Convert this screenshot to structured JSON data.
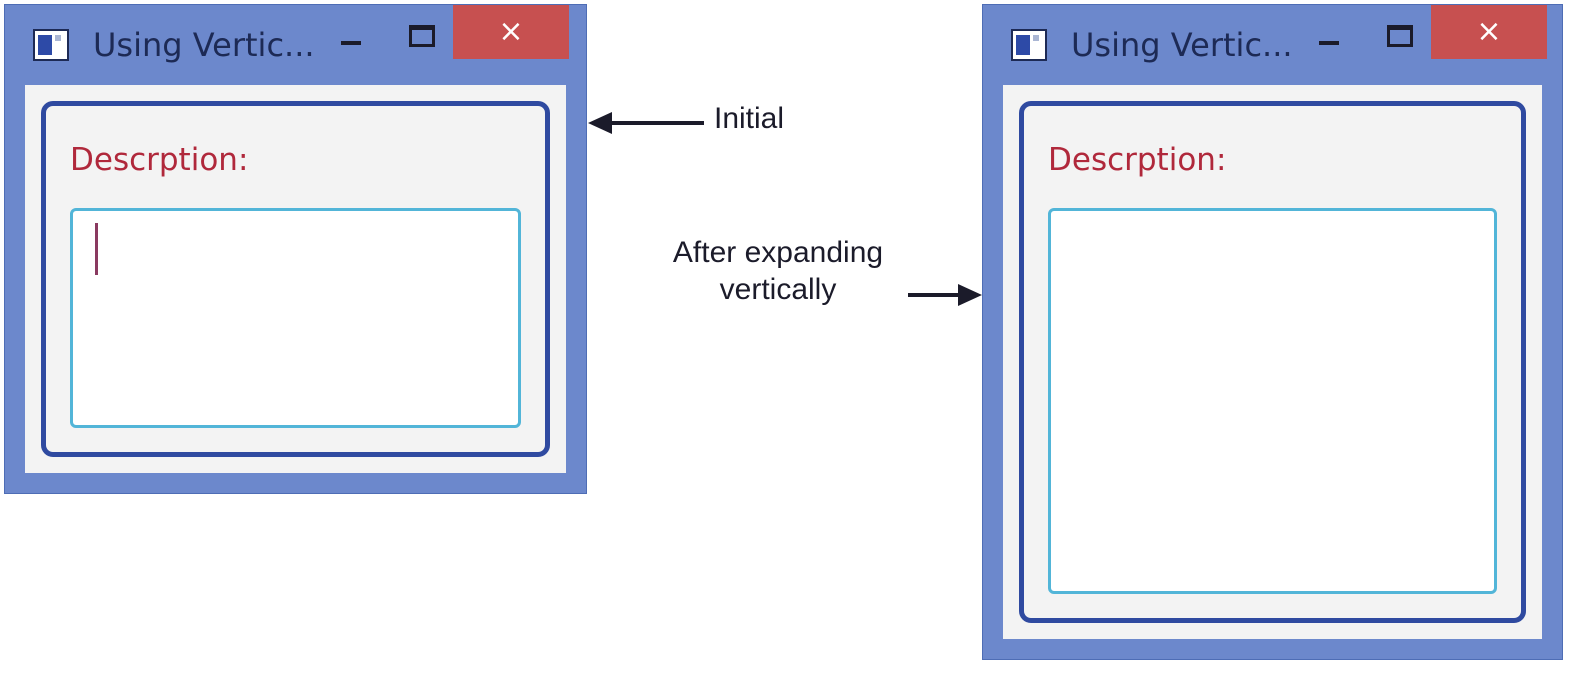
{
  "colors": {
    "frame": "#6c88cc",
    "client": "#f3f3f3",
    "group_border": "#2f4aa0",
    "input_border": "#52b5d8",
    "label_text": "#b0283b",
    "close_button": "#c75050"
  },
  "windows": [
    {
      "state": "initial",
      "title": "Using Vertic...",
      "close_glyph": "×",
      "description_label": "Descrption:",
      "textbox_value": "",
      "caret_visible": true
    },
    {
      "state": "expanded",
      "title": "Using Vertic...",
      "close_glyph": "×",
      "description_label": "Descrption:",
      "textbox_value": "",
      "caret_visible": false
    }
  ],
  "annotations": {
    "initial": "Initial",
    "expanded_line1": "After expanding",
    "expanded_line2": "vertically"
  },
  "icons": {
    "app": "app-window-icon",
    "minimize": "minimize-icon",
    "maximize": "maximize-icon",
    "close": "close-icon",
    "arrow": "arrow-left-icon"
  }
}
